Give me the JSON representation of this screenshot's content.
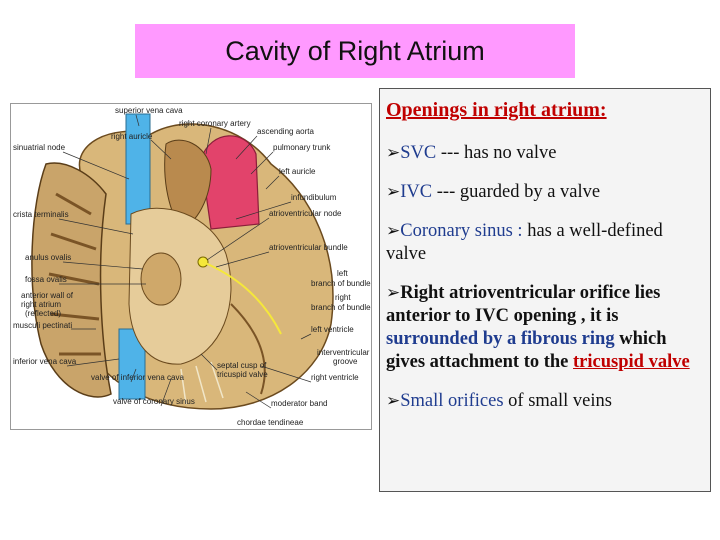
{
  "title": "Cavity of Right Atrium",
  "diagram": {
    "labels": {
      "superior_vena_cava": "superior vena cava",
      "right_coronary_artery": "right coronary artery",
      "right_auricle": "right auricle",
      "ascending_aorta": "ascending aorta",
      "sinuatrial_node": "sinuatrial node",
      "pulmonary_trunk": "pulmonary trunk",
      "left_auricle": "left auricle",
      "infundibulum": "infundibulum",
      "crista_terminalis": "crista terminalis",
      "atrioventricular_node": "atrioventricular node",
      "atrioventricular_bundle": "atrioventricular bundle",
      "anulus_ovalis": "anulus ovalis",
      "fossa_ovalis": "fossa ovalis",
      "left_branch_1": "left",
      "left_branch_2": "branch of bundle",
      "anterior_wall_1": "anterior wall of",
      "anterior_wall_2": "right atrium",
      "anterior_wall_3": "(reflected)",
      "right_branch_1": "right",
      "right_branch_2": "branch of bundle",
      "musculi_pectinati": "musculi pectinati",
      "left_ventricle": "left ventricle",
      "interventricular_1": "interventricular",
      "interventricular_2": "groove",
      "inferior_vena_cava": "inferior vena cava",
      "valve_ivc": "valve of inferior vena cava",
      "septal_cusp_1": "septal cusp of",
      "septal_cusp_2": "tricuspid valve",
      "right_ventricle": "right ventricle",
      "valve_coronary_sinus": "valve of coronary sinus",
      "moderator_band": "moderator band",
      "chordae_tendineae": "chordae tendineae"
    }
  },
  "panel": {
    "heading": "Openings in right atrium:",
    "bullet_glyph": "➢",
    "svc": {
      "label": "SVC",
      "rest": " --- has no valve"
    },
    "ivc": {
      "label": "IVC",
      "rest": " --- guarded by a valve"
    },
    "coronary": {
      "label": "Coronary sinus : ",
      "rest": " has a well-defined valve"
    },
    "rav": {
      "part1": "Right atrioventricular orifice lies anterior to IVC opening , it is ",
      "highlight": "surrounded by a fibrous ring",
      "part2": " which gives attachment to  the ",
      "link": "tricuspid valve"
    },
    "small": {
      "label": "Small orifices",
      "rest": " of small veins"
    }
  },
  "colors": {
    "title_bg": "#ff99ff",
    "heading": "#c00000",
    "blue_text": "#1f3c8f",
    "panel_bg": "#f4f4f4"
  }
}
